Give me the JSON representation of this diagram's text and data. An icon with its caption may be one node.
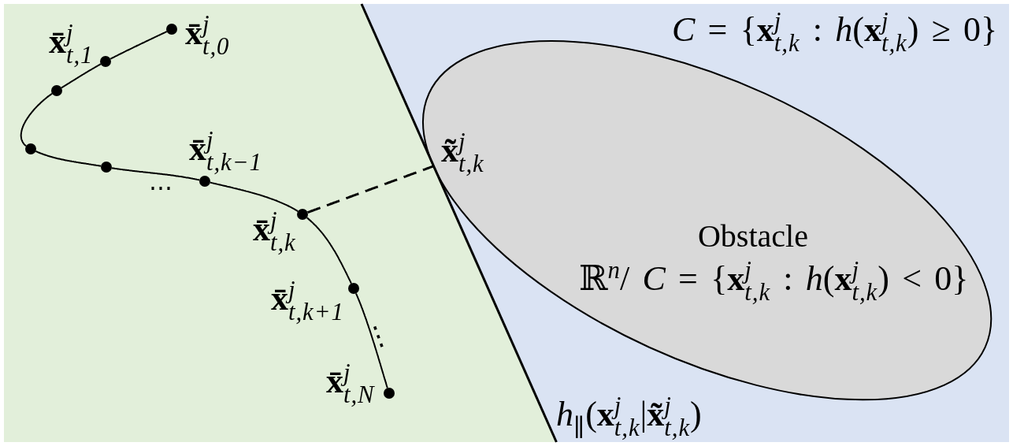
{
  "diagram": {
    "nodes": [
      {
        "text": [],
        "shape": "polygon"
      },
      {
        "text": [],
        "shape": "circle",
        "in": 0,
        "beside": [
          "**x̄**$^{j}$$_{t,0}$"
        ]
      },
      {
        "text": [],
        "shape": "circle",
        "in": 0,
        "beside": [
          "**x̄**$^{j}$$_{t,1}$"
        ]
      },
      {
        "text": [],
        "shape": "circle",
        "in": 0
      },
      {
        "text": [],
        "shape": "circle",
        "in": 0
      },
      {
        "text": [],
        "shape": "circle",
        "in": 0
      },
      {
        "text": [],
        "shape": "circle",
        "in": 0,
        "beside": [
          "**x̄**$^{j}$$_{t,k−1}$"
        ]
      },
      {
        "text": [],
        "shape": "circle",
        "in": 0,
        "beside": [
          "**x̄**$^{j}$$_{t,k}$"
        ]
      },
      {
        "text": [],
        "shape": "circle",
        "in": 0,
        "beside": [
          "**x̄**$^{j}$$_{t,k+1}$"
        ]
      },
      {
        "text": [],
        "shape": "circle",
        "in": 0,
        "beside": [
          "**x̄**$^{j}$$_{t,N}$"
        ]
      },
      {
        "text": [
          "*C* = {**x**$^{j}$$_{t,k}$ : *h*(**x**$^{j}$$_{t,k}$) ≥ 0}"
        ]
      },
      {
        "text": [
          "Obstacle",
          "ℝ$^{n}$/ *C* = {**x**$^{j}$$_{t,k}$ : *h*(**x**$^{j}$$_{t,k}$) < 0}"
        ],
        "in": 10
      }
    ],
    "edges": [
      {
        "from": 1,
        "to": 2,
        "arrow": "none"
      },
      {
        "from": 2,
        "to": 3,
        "arrow": "none"
      },
      {
        "from": 3,
        "to": 4,
        "arrow": "none"
      },
      {
        "from": 4,
        "to": 5,
        "arrow": "none"
      },
      {
        "from": 5,
        "to": 6,
        "arrow": "none"
      },
      {
        "from": 6,
        "to": 7,
        "arrow": "none"
      },
      {
        "from": 7,
        "to": 8,
        "arrow": "none"
      },
      {
        "from": 8,
        "to": 9,
        "arrow": "none"
      },
      {
        "from": 7,
        "to": 11,
        "arrow": "none",
        "style": "dashed"
      }
    ],
    "labels": [
      "**x̃**$^{j}$$_{t,k}$",
      "⋯",
      "⋮",
      "*h*$_{∥}$(**x**$^{j}$$_{t,k}$|**x̃**$^{j}$$_{t,k}$)"
    ]
  }
}
